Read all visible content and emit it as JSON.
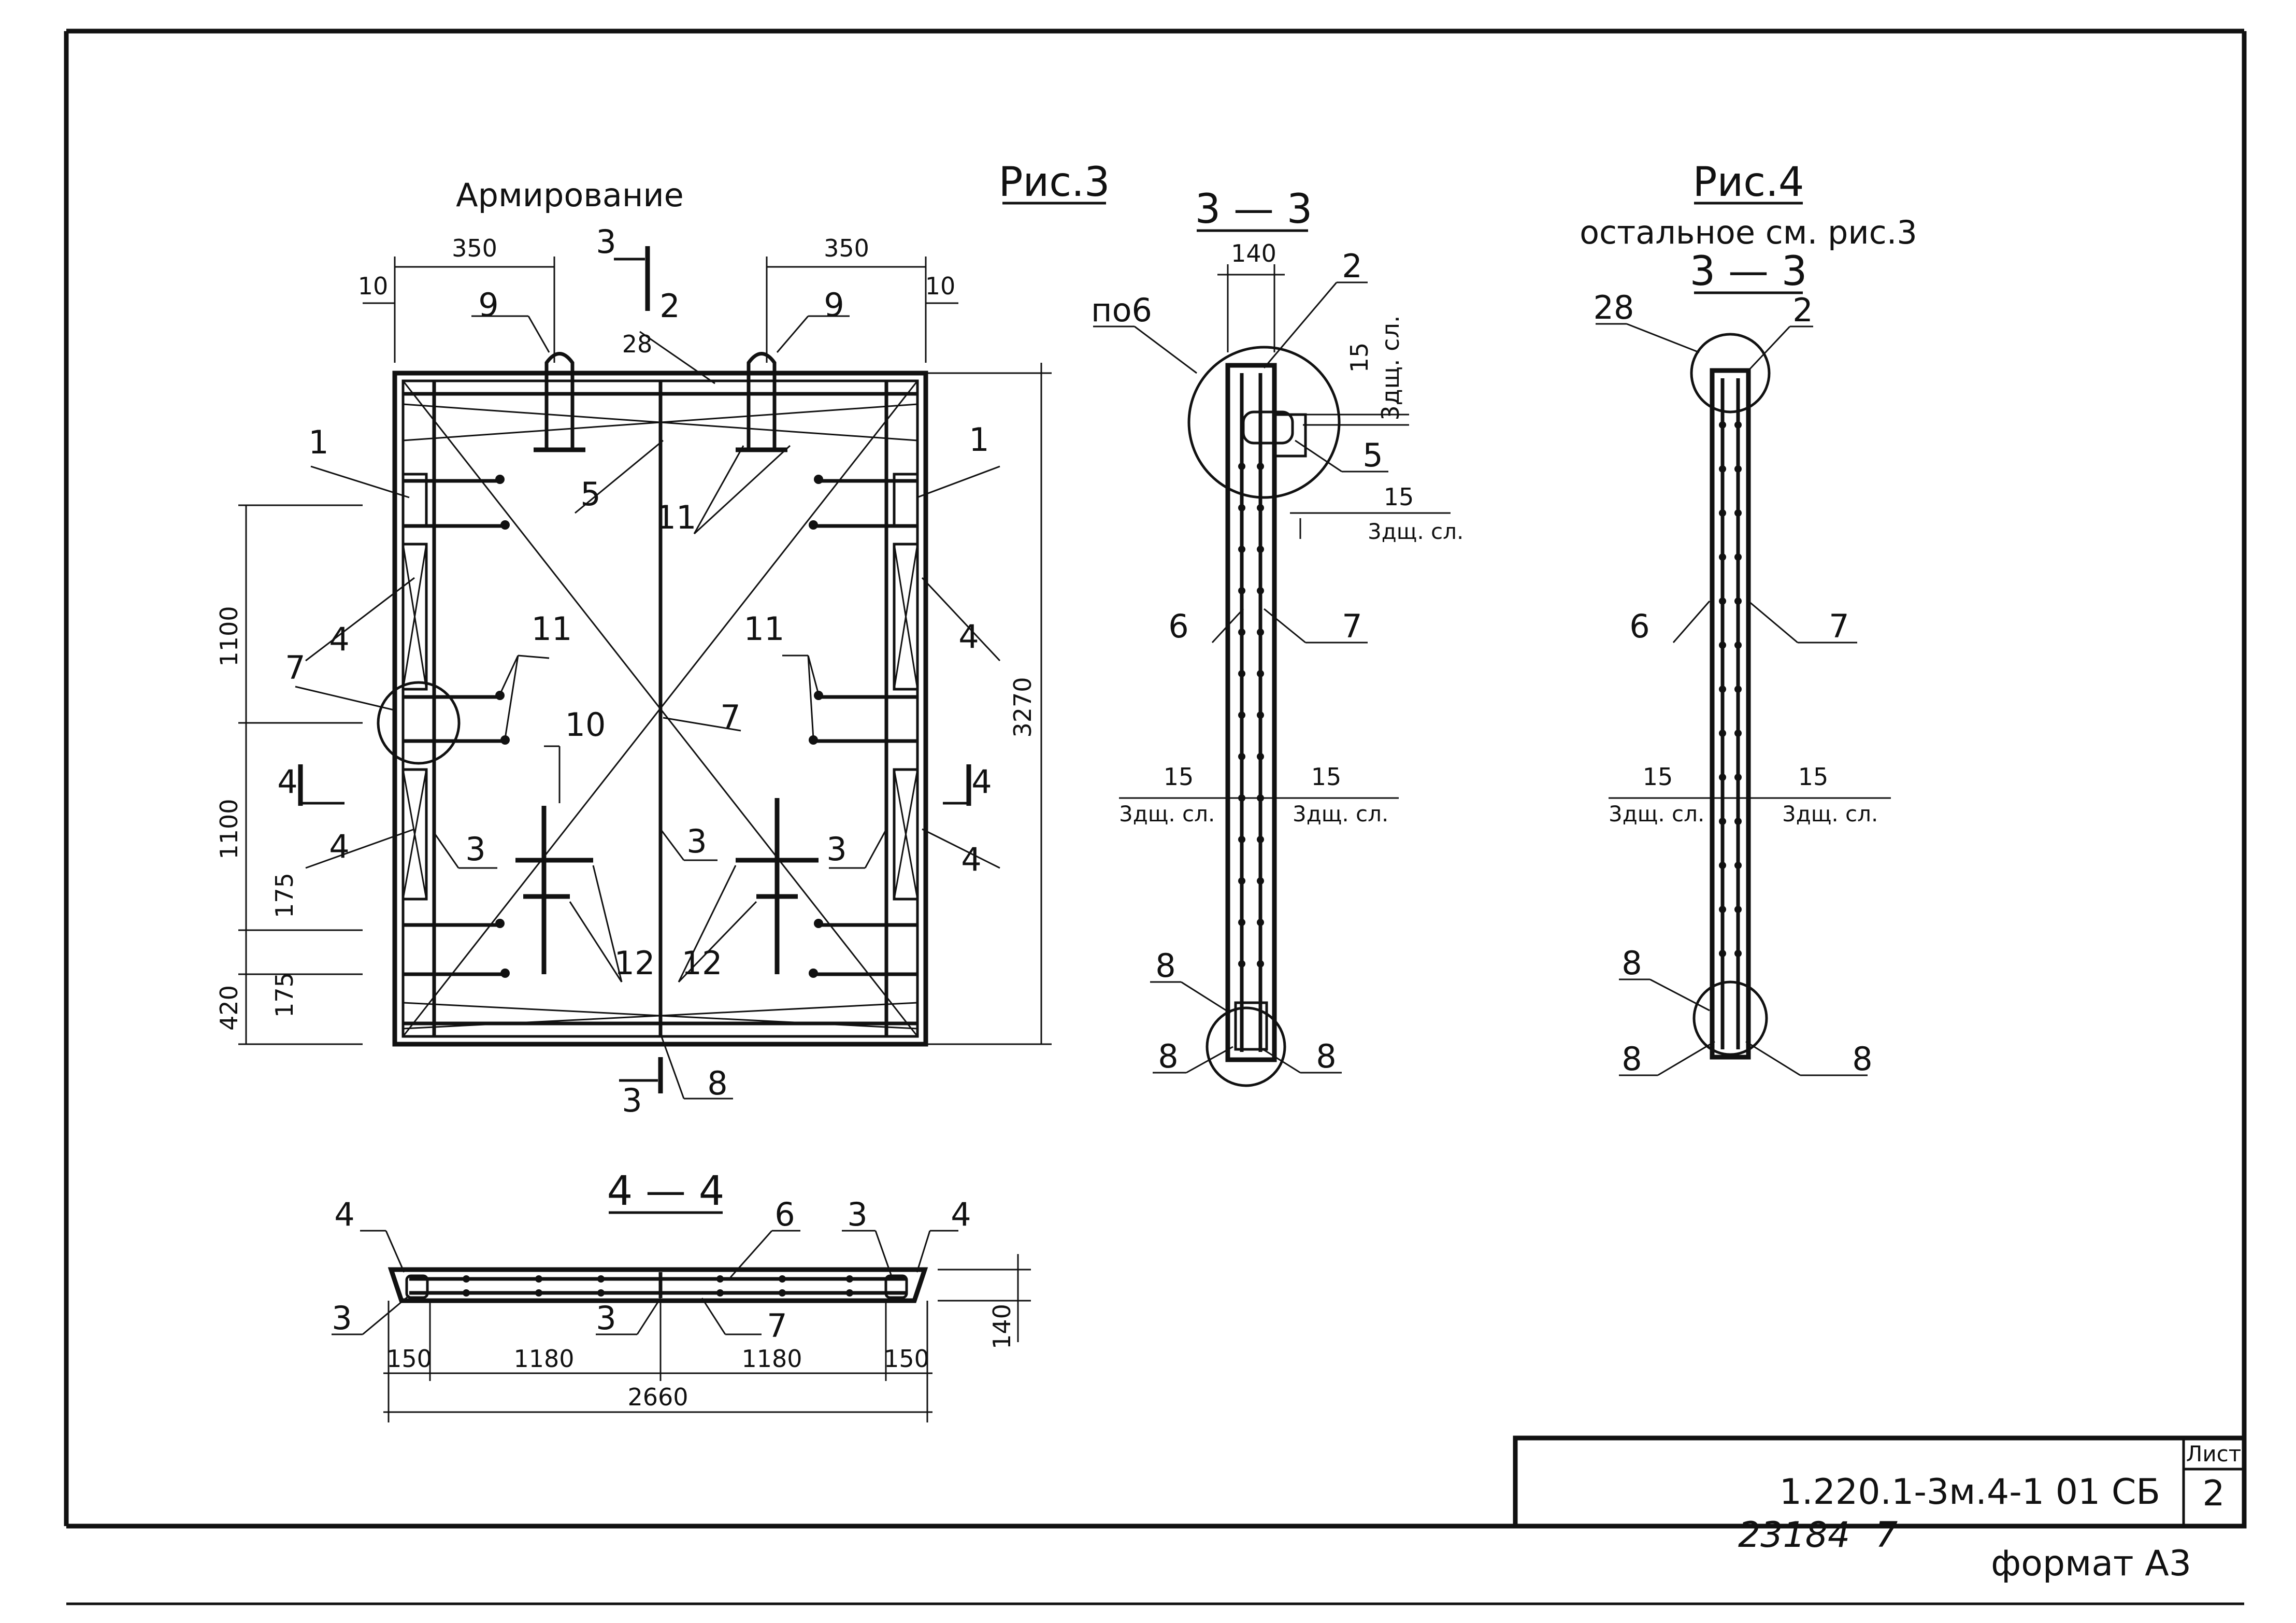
{
  "titles": {
    "armirovanie": "Армирование",
    "fig3": "Рис.3",
    "fig4": "Рис.4",
    "fig4_note": "остальное см. рис.3",
    "sec33_a": "3 — 3",
    "sec33_b": "3 — 3",
    "sec44": "4 — 4"
  },
  "plan": {
    "dim_350_left": "350",
    "dim_350_right": "350",
    "dim_10_left": "10",
    "dim_10_right": "10",
    "dim_28": "28",
    "dim_1100_top": "1100",
    "dim_1100_bot": "1100",
    "dim_175_a": "175",
    "dim_175_b": "175",
    "dim_420": "420",
    "dim_3270": "3270",
    "cut3_top": "3",
    "cut3_bot": "3",
    "cut4_left": "4",
    "cut4_right": "4",
    "lbl_9a": "9",
    "lbl_9b": "9",
    "lbl_2": "2",
    "lbl_1a": "1",
    "lbl_1b": "1",
    "lbl_5": "5",
    "lbl_11a": "11",
    "lbl_11b": "11",
    "lbl_11c": "11",
    "lbl_4a": "4",
    "lbl_4b": "4",
    "lbl_4c": "4",
    "lbl_4d": "4",
    "lbl_7a": "7",
    "lbl_7b": "7",
    "lbl_10": "10",
    "lbl_3a": "3",
    "lbl_3b": "3",
    "lbl_3c": "3",
    "lbl_12a": "12",
    "lbl_12b": "12",
    "lbl_8": "8"
  },
  "section_33a": {
    "dim_140": "140",
    "lbl_pob": "по6",
    "lbl_2": "2",
    "dim_15_top": "15",
    "cover_top": "3дщ. сл.",
    "lbl_5": "5",
    "dim_15_mid": "15",
    "cover_mid": "3дщ. сл.",
    "lbl_6": "6",
    "lbl_7": "7",
    "dim_15_left": "15",
    "cover_left": "3дщ. сл.",
    "dim_15_right": "15",
    "cover_right": "3дщ. сл.",
    "lbl_8a": "8",
    "lbl_8b": "8",
    "lbl_8c": "8"
  },
  "section_33b": {
    "lbl_28": "28",
    "lbl_2": "2",
    "lbl_6": "6",
    "lbl_7": "7",
    "dim_15_left": "15",
    "cover_left": "3дщ. сл.",
    "dim_15_right": "15",
    "cover_right": "3дщ. сл.",
    "lbl_8a": "8",
    "lbl_8b": "8",
    "lbl_8c": "8"
  },
  "section_44": {
    "lbl_4a": "4",
    "lbl_4b": "4",
    "lbl_6": "6",
    "lbl_3a": "3",
    "lbl_3b": "3",
    "lbl_3c": "3",
    "lbl_7": "7",
    "dim_150a": "150",
    "dim_1180a": "1180",
    "dim_1180b": "1180",
    "dim_150b": "150",
    "dim_2660": "2660",
    "dim_140": "140"
  },
  "stamp": {
    "sheet_label": "Лист",
    "doc_code": "1.220.1-3м.4-1    01 СБ",
    "sheet_no": "2",
    "inv_no": "23184",
    "inv_sub": "7",
    "format": "формат А3"
  }
}
